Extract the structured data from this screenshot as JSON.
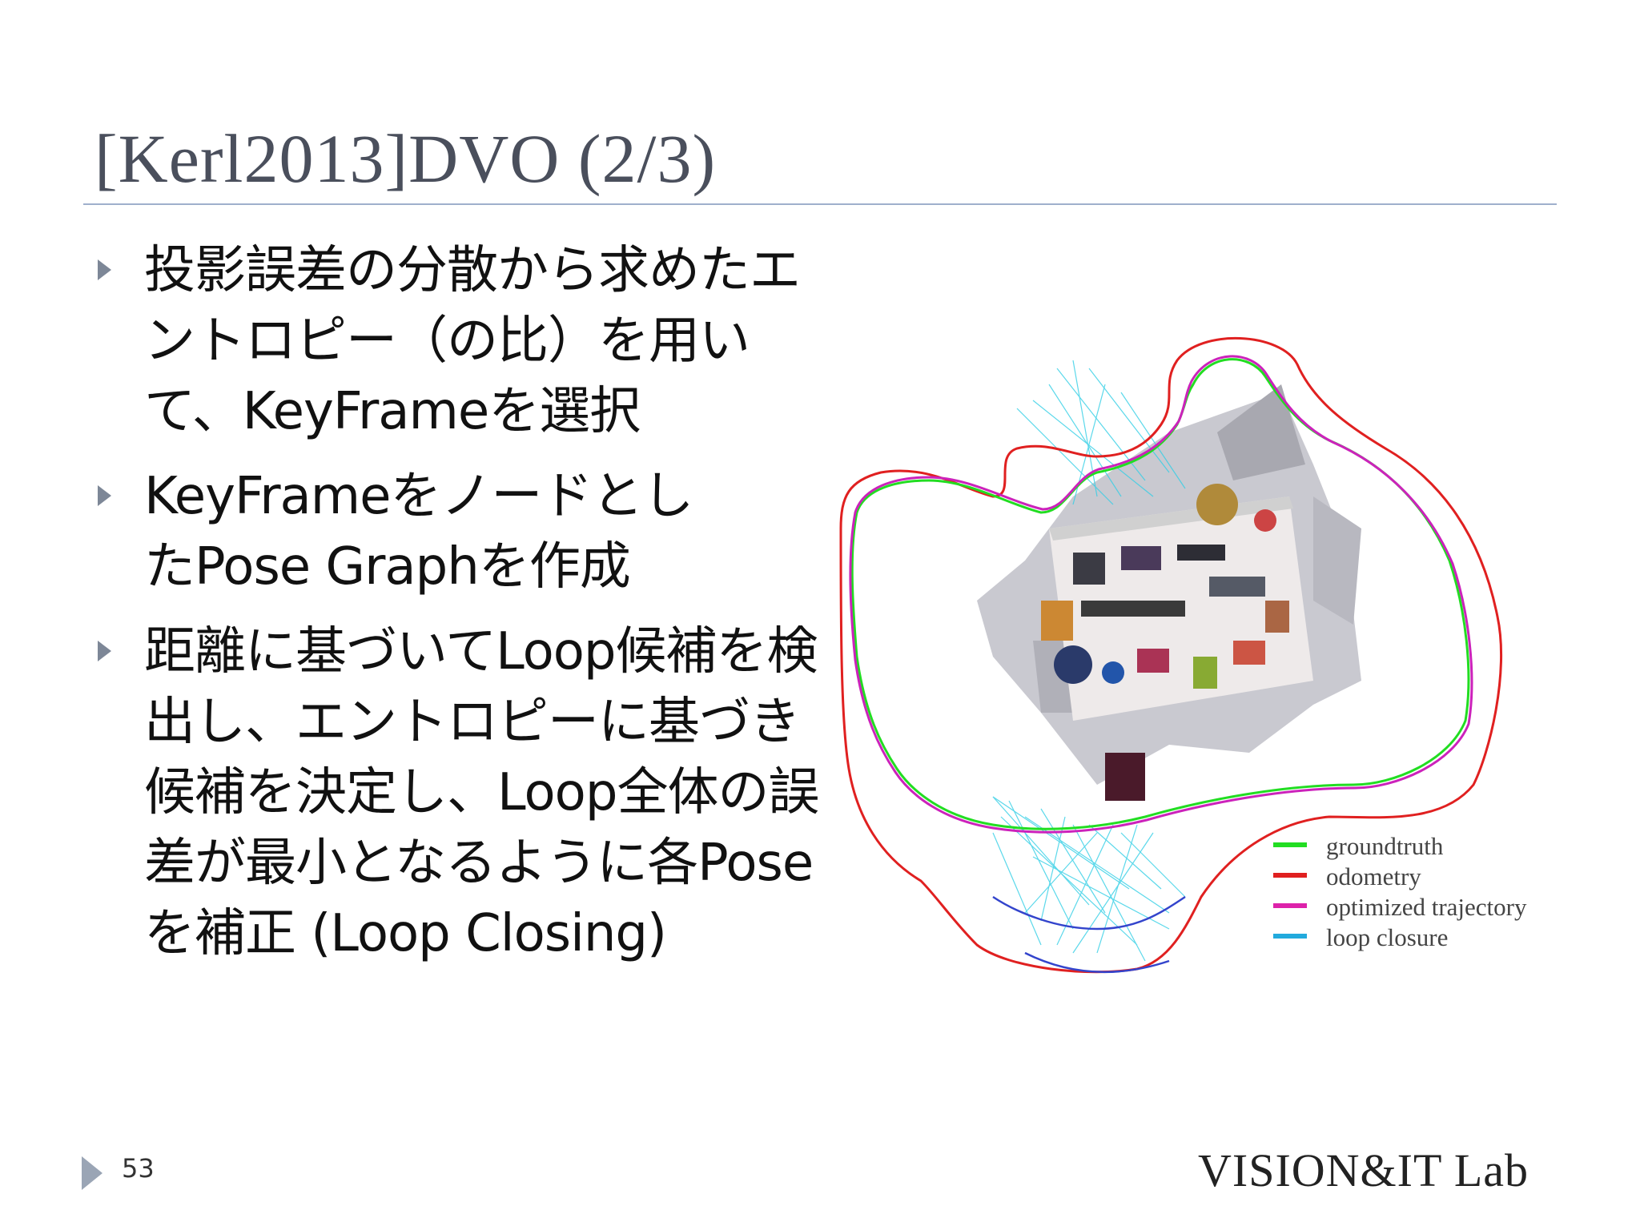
{
  "slide": {
    "title": "[Kerl2013]DVO (2/3)",
    "bullets": [
      "投影誤差の分散から求めたエントロピー（の比）を用いて、KeyFrameを選択",
      "KeyFrameをノードとしたPose Graphを作成",
      "距離に基づいてLoop候補を検出し、エントロピーに基づき候補を決定し、Loop全体の誤差が最小となるように各Poseを補正 (Loop Closing)"
    ],
    "page_number": "53",
    "footer_logo": "VISION&IT Lab"
  },
  "figure": {
    "legend": [
      {
        "label": "groundtruth",
        "color": "#22dd22"
      },
      {
        "label": "odometry",
        "color": "#e02020"
      },
      {
        "label": "optimized trajectory",
        "color": "#dd22aa"
      },
      {
        "label": "loop closure",
        "color": "#22aadd"
      }
    ]
  }
}
